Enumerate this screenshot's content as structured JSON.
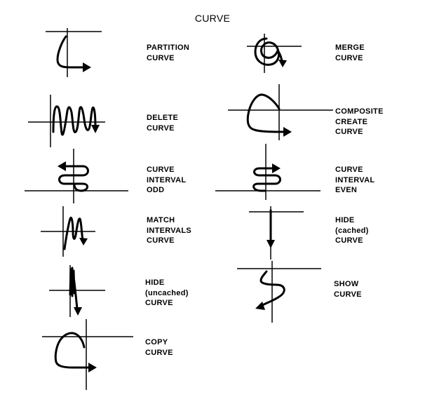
{
  "title": "CURVE",
  "gestures": [
    {
      "id": "partition-curve",
      "lines": [
        "PARTITION",
        "CURVE"
      ]
    },
    {
      "id": "merge-curve",
      "lines": [
        "MERGE",
        "CURVE"
      ]
    },
    {
      "id": "delete-curve",
      "lines": [
        "DELETE",
        "CURVE"
      ]
    },
    {
      "id": "composite-create-curve",
      "lines": [
        "COMPOSITE",
        "CREATE",
        "CURVE"
      ]
    },
    {
      "id": "curve-interval-odd",
      "lines": [
        "CURVE",
        "INTERVAL",
        "ODD"
      ]
    },
    {
      "id": "curve-interval-even",
      "lines": [
        "CURVE",
        "INTERVAL",
        "EVEN"
      ]
    },
    {
      "id": "match-intervals-curve",
      "lines": [
        "MATCH",
        "INTERVALS",
        "CURVE"
      ]
    },
    {
      "id": "hide-cached-curve",
      "lines": [
        "HIDE",
        "(cached)",
        "CURVE"
      ]
    },
    {
      "id": "hide-uncached-curve",
      "lines": [
        "HIDE",
        "(uncached)",
        "CURVE"
      ]
    },
    {
      "id": "show-curve",
      "lines": [
        "SHOW",
        "CURVE"
      ]
    },
    {
      "id": "copy-curve",
      "lines": [
        "COPY",
        "CURVE"
      ]
    }
  ]
}
